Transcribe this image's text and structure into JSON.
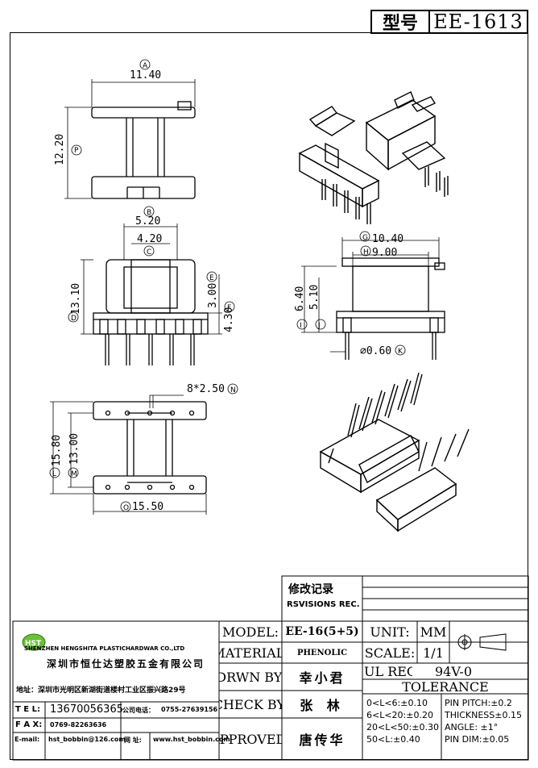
{
  "header": {
    "model_label": "型号",
    "model_value": "EE-1613"
  },
  "dimensions": {
    "top_view": {
      "A_letter": "A",
      "A_value": "11.40",
      "P_letter": "P",
      "P_value": "12.20"
    },
    "front_view": {
      "B_letter": "B",
      "B_value": "5.20",
      "C_value": "4.20",
      "C_letter": "C",
      "D_value": "13.10",
      "D_letter": "D",
      "E_letter": "E",
      "E_value": "3.00",
      "F_letter": "F",
      "F_value": "4.30"
    },
    "side_view": {
      "G_letter": "G",
      "G_value": "10.40",
      "H_letter": "H",
      "H_value": "9.00",
      "I_value": "6.40",
      "I_letter": "I",
      "J_value": "5.10",
      "J_letter": "J",
      "K_value": "⌀0.60",
      "K_letter": "K"
    },
    "bottom_view": {
      "N_value": "8*2.50",
      "N_letter": "N",
      "L_value": "15.80",
      "L_letter": "L",
      "M_value": "13.00",
      "M_letter": "M",
      "O_letter": "O",
      "O_value": "15.50"
    }
  },
  "revisions": {
    "title_cn": "修改记录",
    "title_en": "RSVISIONS REC."
  },
  "company": {
    "logo": "HST",
    "name_en": "SHENZHEN HENGSHITA PLASTICHARDWAR CO.,LTD",
    "name_cn": "深圳市恒仕达塑胶五金有限公司",
    "address": "地址：深圳市光明区新湖街道楼村工业区振兴路29号",
    "tel_label": "T E L:",
    "tel": "13670056365",
    "phone_label": "公司电话：",
    "phone": "0755-27639156",
    "fax_label": "F A X:",
    "fax": "0769-82263636",
    "email_label": "E-mail:",
    "email": "hst_bobbin@126.com",
    "web_label": "网 址:",
    "web": "www.hst_bobbin.com"
  },
  "spec": {
    "model_label": "MODEL:",
    "model": "EE-16(5+5)",
    "material_label": "MATERIAL:",
    "material": "PHENOLIC",
    "drawn_label": "DRWN BY:",
    "drawn": "幸小君",
    "check_label": "CHECK BY:",
    "check": "张 林",
    "approved_label": "APPROVED:",
    "approved": "唐传华",
    "unit_label": "UNIT:",
    "unit": "MM",
    "scale_label": "SCALE:",
    "scale": "1/1",
    "ul_label": "UL REC:",
    "ul": "94V-0",
    "tolerance_label": "TOLERANCE",
    "tol_rows": [
      "0<L<6:±0.10",
      "6<L<20:±0.20",
      "20<L<50:±0.30",
      "50<L:±0.40"
    ],
    "tol_right": [
      "PIN PITCH:±0.2",
      "THICKNESS±0.15",
      "ANGLE: ±1°",
      "PIN DIM:±0.05"
    ]
  }
}
